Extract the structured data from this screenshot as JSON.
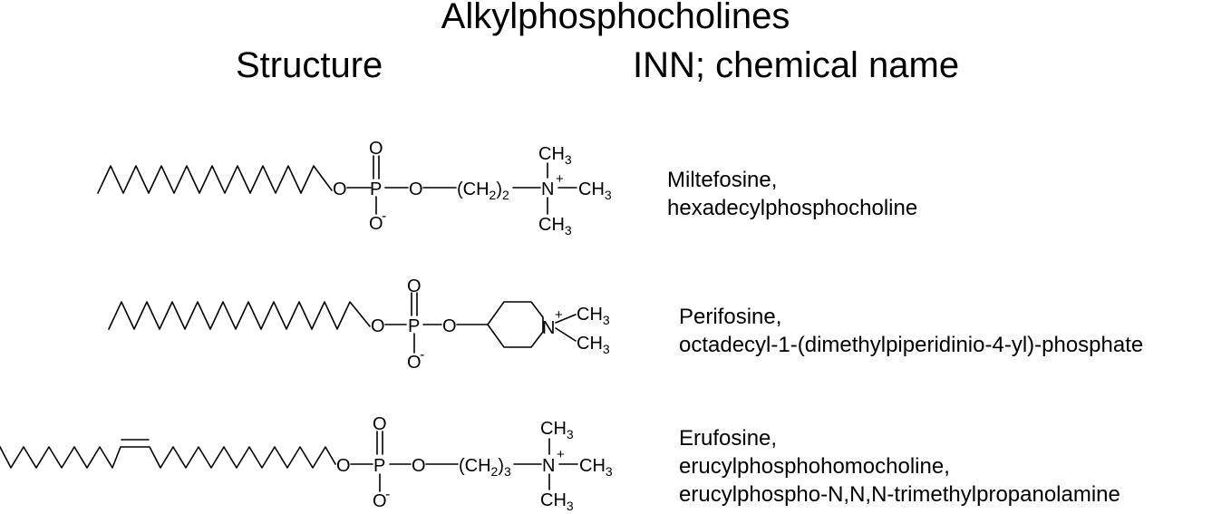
{
  "title": "Alkylphosphocholines",
  "headers": {
    "structure": "Structure",
    "inn": "INN; chemical name"
  },
  "compounds": [
    {
      "names": [
        "Miltefosine,",
        "hexadecylphosphocholine"
      ],
      "atoms": {
        "o1": "O",
        "p": "P",
        "o_top": "O",
        "o_bottom": "O",
        "charge_minus": "-",
        "o2": "O",
        "ch2_group": "(CH",
        "ch2_sub": "2",
        "ch2_close": ")",
        "ch2_count": "2",
        "n": "N",
        "charge_plus": "+",
        "ch3": "CH",
        "ch3_sub": "3"
      }
    },
    {
      "names": [
        "Perifosine,",
        "octadecyl-1-(dimethylpiperidinio-4-yl)-phosphate"
      ],
      "atoms": {
        "o1": "O",
        "p": "P",
        "o_top": "O",
        "o_bottom": "O",
        "charge_minus": "-",
        "o2": "O",
        "n": "N",
        "charge_plus": "+",
        "ch3": "CH",
        "ch3_sub": "3"
      }
    },
    {
      "names": [
        "Erufosine,",
        "erucylphosphohomocholine,",
        "erucylphospho-N,N,N-trimethylpropanolamine"
      ],
      "atoms": {
        "o1": "O",
        "p": "P",
        "o_top": "O",
        "o_bottom": "O",
        "charge_minus": "-",
        "o2": "O",
        "ch2_group": "(CH",
        "ch2_sub": "2",
        "ch2_close": ")",
        "ch2_count": "3",
        "n": "N",
        "charge_plus": "+",
        "ch3": "CH",
        "ch3_sub": "3"
      }
    }
  ]
}
